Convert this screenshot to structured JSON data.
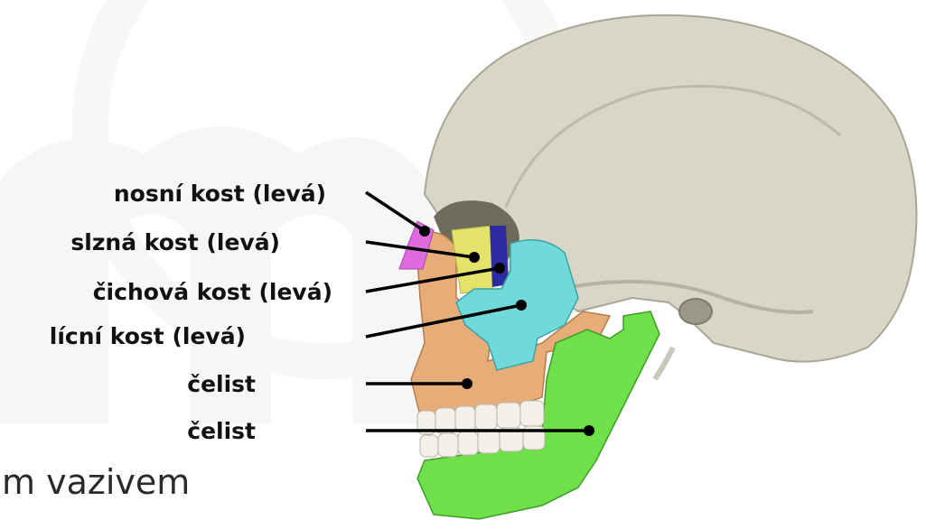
{
  "background_text": "m vazivem",
  "labels": {
    "nasal": "nosní kost (levá)",
    "lacrimal": "slzná kost (levá)",
    "ethmoid": "čichová kost (levá)",
    "zygomatic": "lícní kost (levá)",
    "maxilla": "čelist",
    "mandible": "čelist"
  },
  "colors": {
    "skull": "#d9d7c8",
    "nasal": "#e06be0",
    "lacrimal": "#e3e36a",
    "ethmoid": "#2e2aa0",
    "zygomatic": "#6fdad9",
    "maxilla": "#e7ad78",
    "mandible": "#6fe04a",
    "teeth": "#f2f0e8"
  }
}
